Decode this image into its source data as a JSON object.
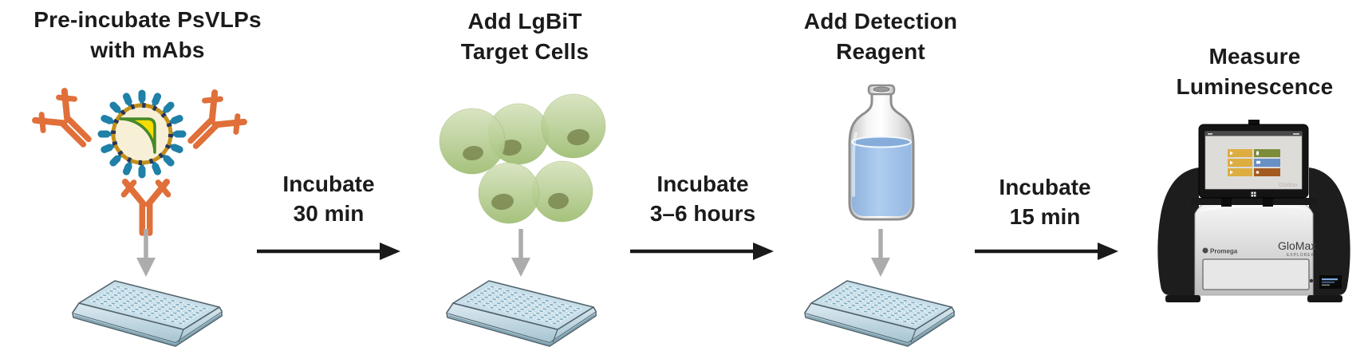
{
  "steps": [
    {
      "title_line1": "Pre-incubate PsVLPs",
      "title_line2": "with mAbs"
    },
    {
      "title_line1": "Add LgBiT",
      "title_line2": "Target Cells"
    },
    {
      "title_line1": "Add Detection",
      "title_line2": "Reagent"
    },
    {
      "title_line1": "Measure",
      "title_line2": "Luminescence"
    }
  ],
  "transitions": [
    {
      "label_line1": "Incubate",
      "label_line2": "30 min"
    },
    {
      "label_line1": "Incubate",
      "label_line2": "3–6 hours"
    },
    {
      "label_line1": "Incubate",
      "label_line2": "15 min"
    }
  ],
  "instrument": {
    "brand": "Promega",
    "model": "GloMax",
    "series": "EXPLORER",
    "screen_watermark": "GloMax"
  },
  "icons": {
    "psvlp_mab_complex": "virus-like particle with blue spikes, yellow LgBiT wedge and three orange antibodies",
    "antibody": "Y-shaped orange monoclonal antibody",
    "lgbit_target_cells": "cluster of five green cells with olive nuclei",
    "reagent_bottle": "glass bottle two-thirds full of blue liquid",
    "microplate": "blue 96-well microplate in perspective",
    "down_arrow": "gray downward dispensing arrow",
    "step_arrow": "black rightward workflow arrow",
    "luminometer": "GloMax plate-reader instrument with tablet touchscreen"
  },
  "colors": {
    "background": "#ffffff",
    "text": "#1b1b1b",
    "arrow_black": "#1a1a1a",
    "arrow_gray": "#acacac",
    "antibody_orange": "#e06f3a",
    "spike_blue": "#1f80a8",
    "membrane_gold": "#c29018",
    "membrane_dash_navy": "#26355e",
    "vlp_body_cream": "#f8f0d6",
    "lgbit_yellow": "#f6dc00",
    "lgbit_green_outline": "#45892b",
    "cell_green_light": "#d5e2bc",
    "cell_green_dark": "#9cbb6e",
    "cell_nucleus": "#7a8750",
    "reagent_liquid_blue": "#a3c2e8",
    "plate_body_blue": "#c7dee8",
    "plate_well_blue": "#76acc4",
    "instrument_black": "#1d1d1d",
    "instrument_silver": "#d9d9d9",
    "screen_btn_yellow": "#ddad3f",
    "screen_btn_green": "#7d8c3b",
    "screen_btn_blue": "#6890c4",
    "screen_btn_brown": "#a45a1f"
  }
}
